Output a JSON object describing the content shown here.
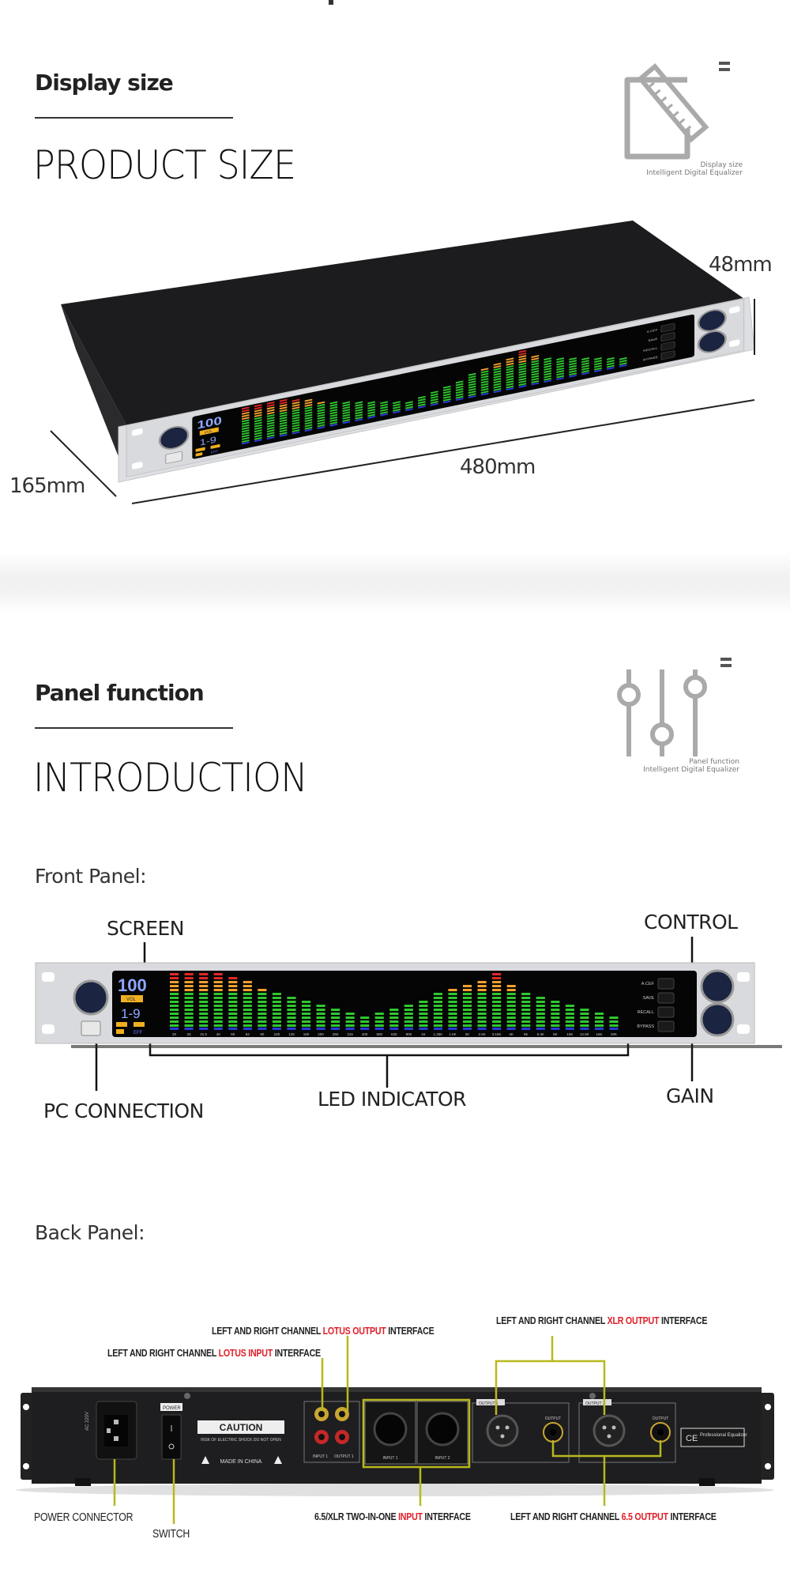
{
  "section1": {
    "label": "Display size",
    "title": "PRODUCT SIZE",
    "icon": "ruler-icon",
    "icon_caption_1": "Display size",
    "icon_caption_2": "Intelligent Digital Equalizer",
    "dimensions": {
      "height": "48mm",
      "width": "480mm",
      "depth": "165mm"
    }
  },
  "section2": {
    "label": "Panel function",
    "title": "INTRODUCTION",
    "icon": "sliders-icon",
    "icon_caption_1": "Panel function",
    "icon_caption_2": "Intelligent Digital Equalizer"
  },
  "front_panel": {
    "heading": "Front Panel:",
    "callouts": {
      "screen": "SCREEN",
      "control": "CONTROL",
      "pc": "PC CONNECTION",
      "led": "LED INDICATOR",
      "gain": "GAIN"
    },
    "screen": {
      "value": "100",
      "mode": "VOL",
      "preset": "1-9",
      "status": "EFF"
    },
    "buttons": [
      "A.CEF",
      "SAVE",
      "RECALL",
      "BYPASS"
    ],
    "bands": [
      "20",
      "25",
      "31.5",
      "40",
      "50",
      "63",
      "80",
      "100",
      "125",
      "160",
      "200",
      "250",
      "315",
      "400",
      "500",
      "630",
      "800",
      "1K",
      "1.25K",
      "1.6K",
      "2K",
      "2.5K",
      "3.15K",
      "4K",
      "5K",
      "6.3K",
      "8K",
      "10K",
      "12.5K",
      "16K",
      "20K"
    ],
    "levels": [
      14,
      14,
      14,
      14,
      13,
      12,
      10,
      9,
      8,
      7,
      6,
      5,
      4,
      3,
      4,
      5,
      6,
      7,
      9,
      10,
      11,
      12,
      14,
      11,
      9,
      8,
      7,
      6,
      5,
      4,
      3
    ],
    "led_colors": {
      "base": "#2a3bd6",
      "green": "#2fc82f",
      "orange": "#f0a030",
      "red": "#e02828"
    }
  },
  "back_panel": {
    "heading": "Back Panel:",
    "callouts": {
      "lotus_output": {
        "pre": "LEFT AND RIGHT CHANNEL ",
        "hl": "LOTUS OUTPUT",
        "post": " INTERFACE"
      },
      "lotus_input": {
        "pre": "LEFT AND RIGHT CHANNEL ",
        "hl": "LOTUS INPUT",
        "post": " INTERFACE"
      },
      "xlr_output": {
        "pre": "LEFT AND RIGHT CHANNEL ",
        "hl": "XLR OUTPUT",
        "post": " INTERFACE"
      },
      "power": "POWER CONNECTOR",
      "switch": "SWITCH",
      "combo_input": {
        "pre": "6.5/XLR TWO-IN-ONE ",
        "hl": "INPUT",
        "post": " INTERFACE"
      },
      "jack_output": {
        "pre": "LEFT AND RIGHT CHANNEL ",
        "hl": "6.5 OUTPUT",
        "post": " INTERFACE"
      }
    },
    "labels": {
      "caution": "CAUTION",
      "warning": "RISK OF ELECTRIC SHOCK DO NOT OPEN",
      "made_in": "MADE IN CHINA",
      "power": "POWER",
      "rca_in": "INPUT 1",
      "rca_out": "OUTPUT 1",
      "input1": "INPUT 1",
      "input2": "INPUT 2",
      "output1": "OUTPUT 1",
      "output2": "OUTPUT 2",
      "output": "OUTPUT",
      "ce": "CE",
      "brand": "Professional Equalizer",
      "voltage": "AC 220V"
    },
    "accent": "#b8b81e"
  }
}
